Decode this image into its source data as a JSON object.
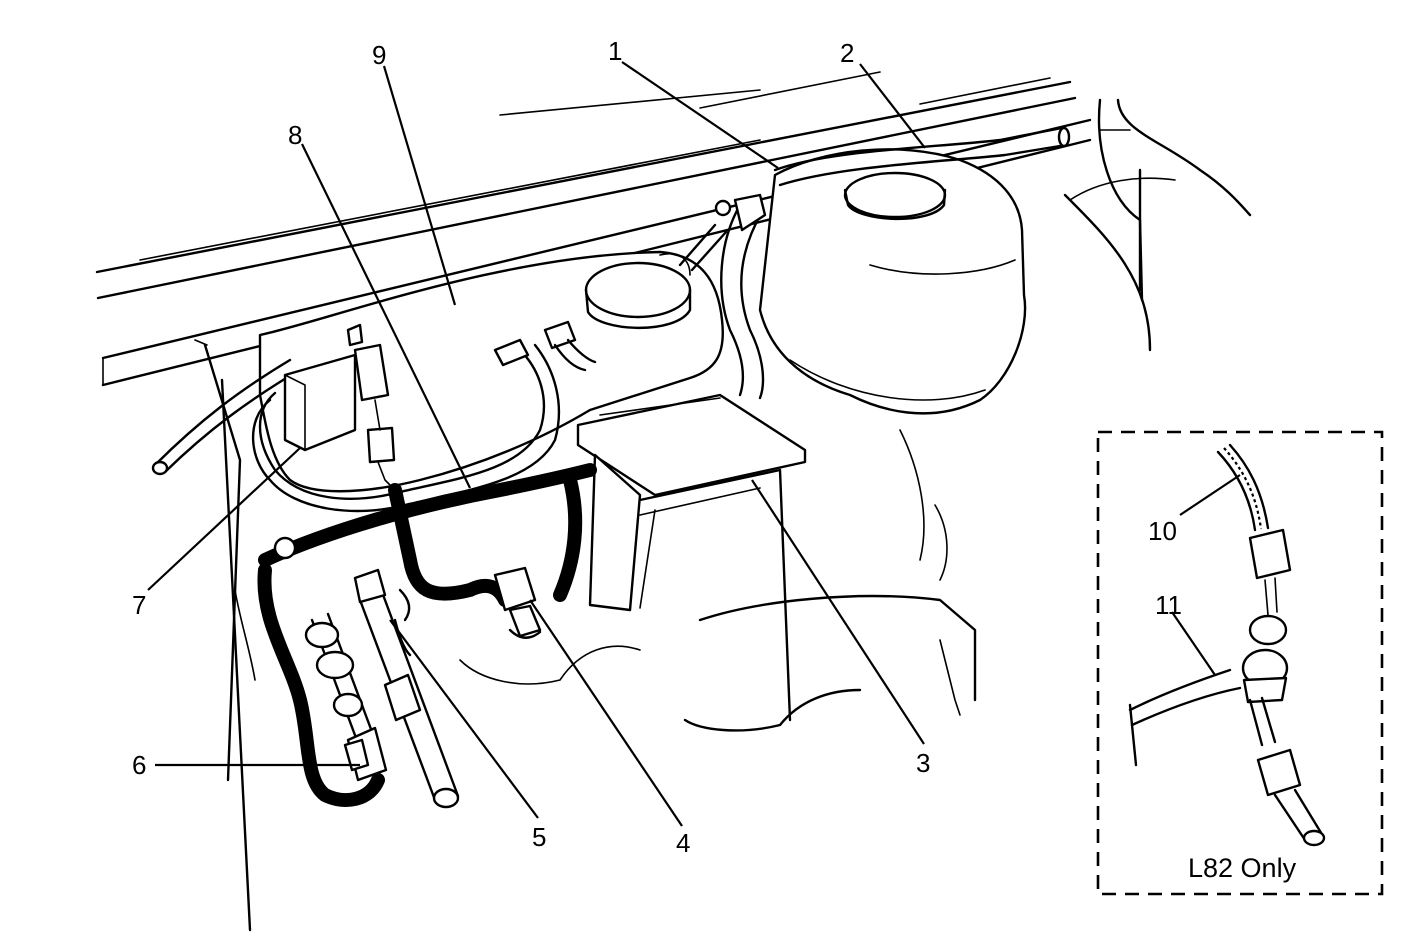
{
  "callouts": {
    "c1": "1",
    "c2": "2",
    "c3": "3",
    "c4": "4",
    "c5": "5",
    "c6": "6",
    "c7": "7",
    "c8": "8",
    "c9": "9",
    "c10": "10",
    "c11": "11"
  },
  "inset": {
    "label": "L82 Only",
    "border_style": "dashed"
  }
}
